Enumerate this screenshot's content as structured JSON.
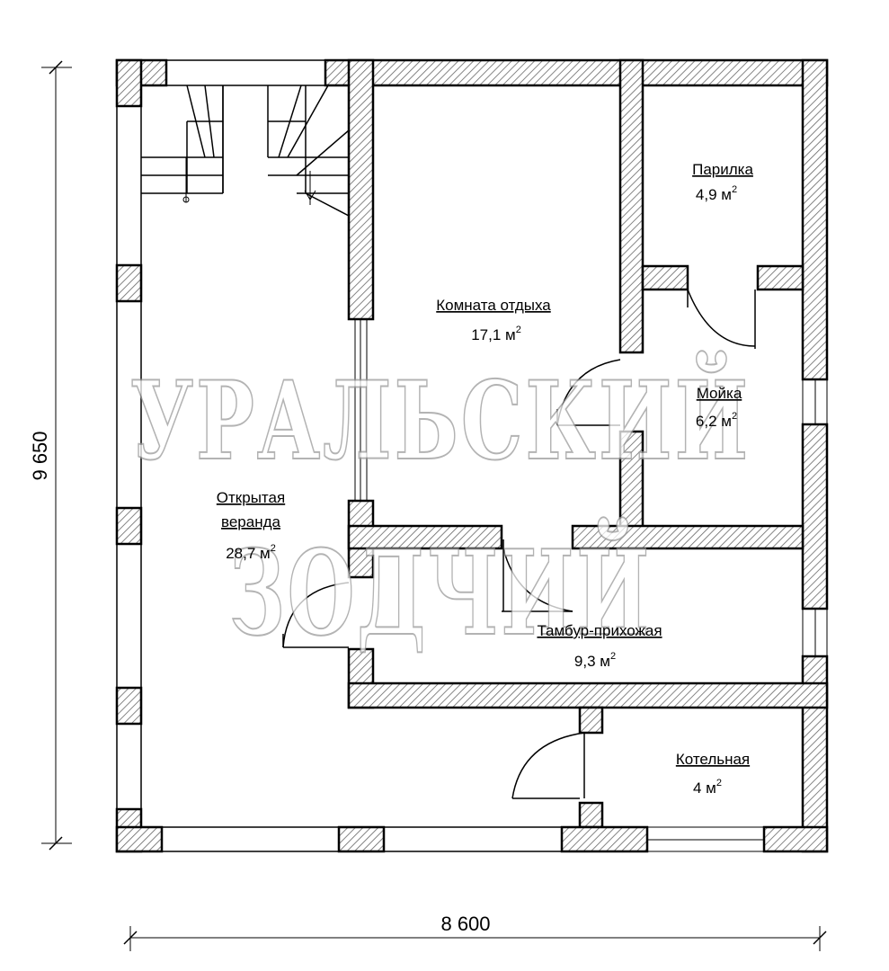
{
  "dimensions": {
    "height": "9 650",
    "width": "8 600"
  },
  "rooms": {
    "steam_room": {
      "name": "Парилка",
      "area": "4,9 м",
      "sup": "2"
    },
    "rest_room": {
      "name": "Комната отдыха",
      "area": "17,1 м",
      "sup": "2"
    },
    "washroom": {
      "name": "Мойка",
      "area": "6,2 м",
      "sup": "2"
    },
    "veranda": {
      "name_line1": "Открытая",
      "name_line2": "веранда",
      "area": "28,7 м",
      "sup": "2"
    },
    "vestibule": {
      "name": "Тамбур-прихожая",
      "area": "9,3 м",
      "sup": "2"
    },
    "boiler_room": {
      "name": "Котельная",
      "area": "4 м",
      "sup": "2"
    }
  },
  "watermark": {
    "line1": "УРАЛЬСКИЙ",
    "line2": "ЗОДЧИЙ"
  },
  "colors": {
    "lines": "#000000",
    "background": "#ffffff",
    "watermark_outline": "#9a9a9a"
  }
}
